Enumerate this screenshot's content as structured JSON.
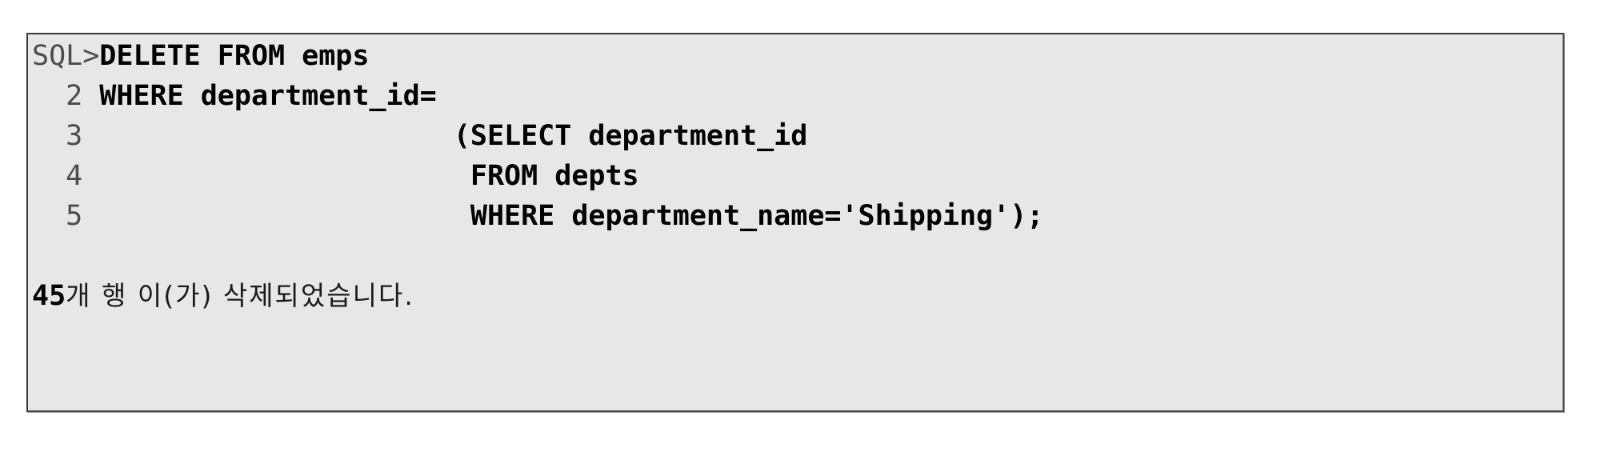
{
  "console": {
    "prompt": "SQL>",
    "statement_lines": [
      {
        "gutter": "SQL>",
        "indent": "",
        "text": "DELETE FROM emps"
      },
      {
        "gutter": "  2 ",
        "indent": "",
        "text": "WHERE department_id="
      },
      {
        "gutter": "  3 ",
        "indent": "                     ",
        "text": "(SELECT department_id"
      },
      {
        "gutter": "  4 ",
        "indent": "                      ",
        "text": "FROM depts"
      },
      {
        "gutter": "  5 ",
        "indent": "                      ",
        "text": "WHERE department_name='Shipping');"
      }
    ],
    "result_message": {
      "count": "45",
      "text": "개 행 이(가) 삭제되었습니다."
    }
  },
  "colors": {
    "panel_background": "#e8e7e7",
    "panel_border": "#3a3a3a",
    "page_background": "#ffffff",
    "statement_text": "#000000",
    "gutter_text": "#4b4b4b"
  }
}
